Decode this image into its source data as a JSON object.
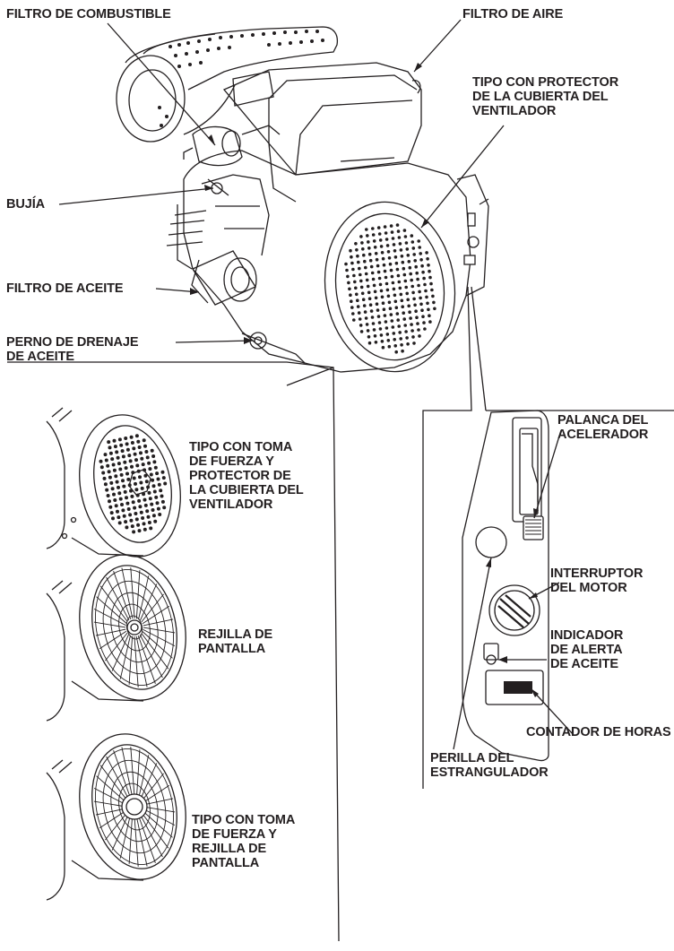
{
  "labels": {
    "fuel_filter": "FILTRO DE COMBUSTIBLE",
    "air_filter": "FILTRO DE AIRE",
    "fan_cover_type": "TIPO CON PROTECTOR\nDE LA CUBIERTA DEL\nVENTILADOR",
    "spark_plug": "BUJÍA",
    "oil_filter": "FILTRO DE ACEITE",
    "oil_drain_bolt": "PERNO DE DRENAJE\nDE ACEITE",
    "pto_fan_cover_type": "TIPO CON TOMA\nDE FUERZA Y\nPROTECTOR DE\nLA CUBIERTA DEL\nVENTILADOR",
    "screen_grid": "REJILLA DE\nPANTALLA",
    "pto_screen_grid": "TIPO CON TOMA\nDE FUERZA Y\nREJILLA DE\nPANTALLA",
    "throttle_lever": "PALANCA DEL\nACELERADOR",
    "engine_switch": "INTERRUPTOR\nDEL MOTOR",
    "oil_alert_indicator": "INDICADOR\nDE ALERTA\nDE ACEITE",
    "hour_meter": "CONTADOR DE HORAS",
    "choke_knob": "PERILLA DEL\nESTRANGULADOR"
  },
  "colors": {
    "ink": "#231f20",
    "paper": "#ffffff"
  }
}
